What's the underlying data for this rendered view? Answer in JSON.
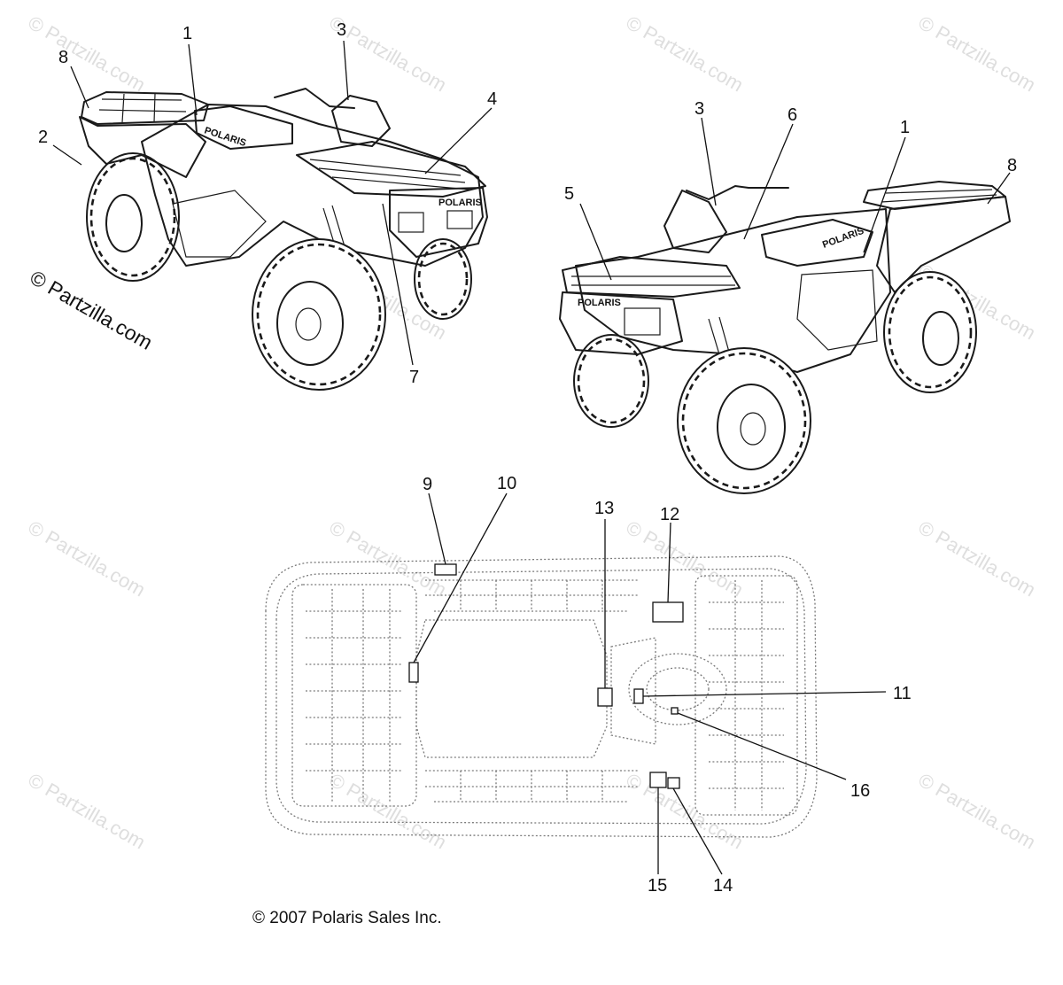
{
  "watermarks": {
    "text": "© Partzilla.com",
    "main_text": "© Partzilla.com"
  },
  "vehicle_logo": "POLARIS",
  "callouts": {
    "front_view": [
      "1",
      "2",
      "3",
      "4",
      "7",
      "8"
    ],
    "rear_view": [
      "1",
      "3",
      "5",
      "6",
      "8"
    ],
    "underside_view": [
      "9",
      "10",
      "11",
      "12",
      "13",
      "14",
      "15",
      "16"
    ]
  },
  "copyright": "© 2007 Polaris Sales Inc."
}
